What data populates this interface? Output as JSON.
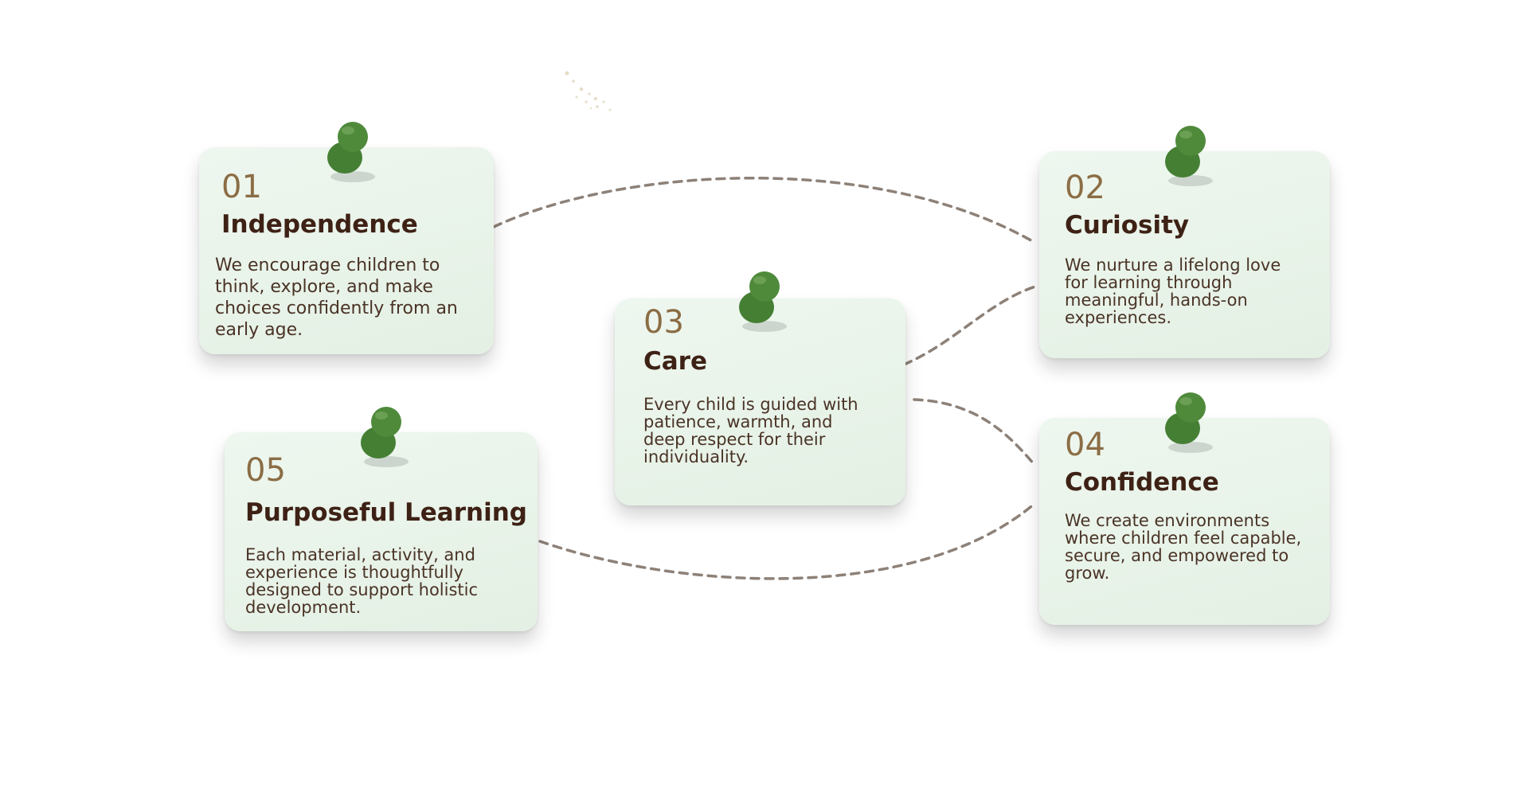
{
  "colors": {
    "card_bg": "#e8f3e8",
    "number": "#8b6d45",
    "title": "#3e2115",
    "body_text": "#4a3326",
    "connector": "#8d8178",
    "pin": "#3f7a30"
  },
  "cards": [
    {
      "number": "01",
      "title": "Independence",
      "description": "We encourage children to think, explore, and make choices confidently from an early age.",
      "icon": "pushpin-icon"
    },
    {
      "number": "02",
      "title": "Curiosity",
      "description": "We nurture a lifelong love for learning through meaningful, hands-on experiences.",
      "icon": "pushpin-icon"
    },
    {
      "number": "03",
      "title": "Care",
      "description": "Every child is guided with patience, warmth, and deep respect for their individuality.",
      "icon": "pushpin-icon"
    },
    {
      "number": "04",
      "title": "Confidence",
      "description": "We create environments where children feel capable, secure, and empowered to grow.",
      "icon": "pushpin-icon"
    },
    {
      "number": "05",
      "title": "Purposeful Learning",
      "description": "Each material, activity, and experience is thoughtfully designed to support holistic development.",
      "icon": "pushpin-icon"
    }
  ]
}
